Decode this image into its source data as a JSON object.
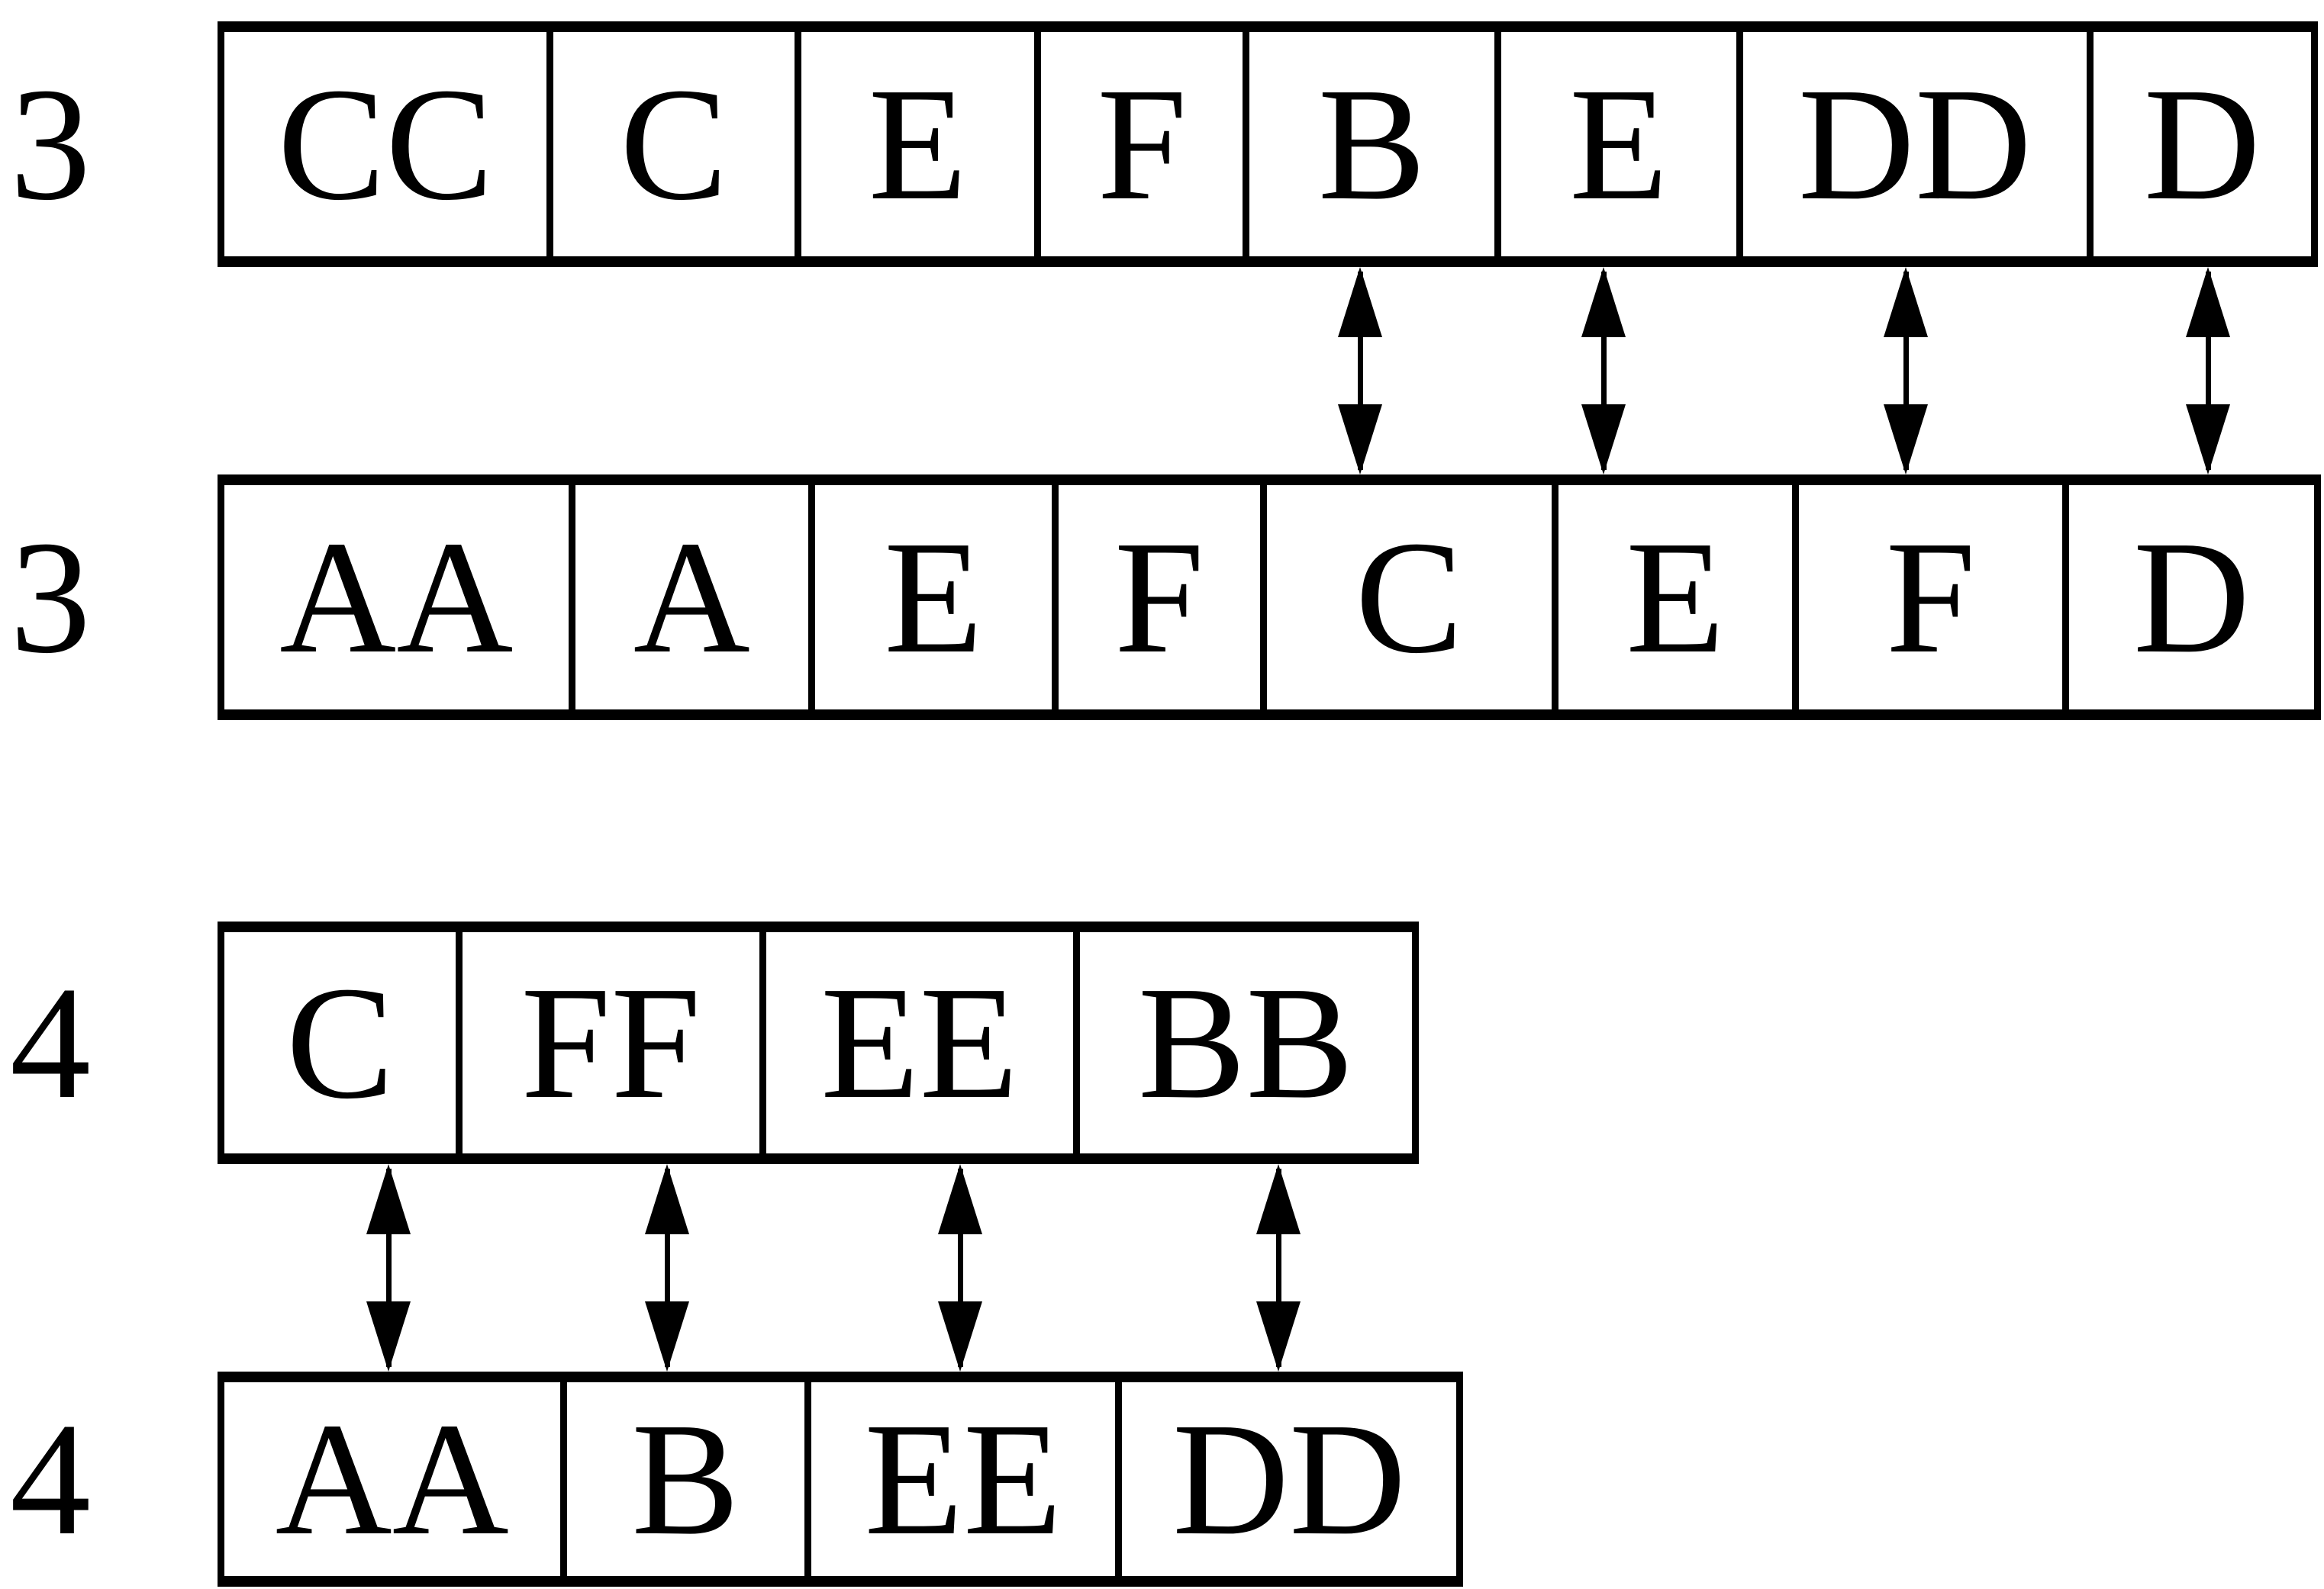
{
  "diagram": {
    "colors": {
      "ink": "#000000",
      "paper": "#ffffff"
    },
    "sections": [
      {
        "name": "length-3-alignment",
        "rows": [
          {
            "label": "3",
            "cells": [
              "CC",
              "C",
              "E",
              "F",
              "B",
              "E",
              "DD",
              "D"
            ]
          },
          {
            "label": "3",
            "cells": [
              "AA",
              "A",
              "E",
              "F",
              "C",
              "E",
              "F",
              "D"
            ]
          }
        ],
        "connectors": [
          {
            "top": "B",
            "bottom": "C"
          },
          {
            "top": "E",
            "bottom": "E"
          },
          {
            "top": "DD",
            "bottom": "F"
          },
          {
            "top": "D",
            "bottom": "D"
          }
        ]
      },
      {
        "name": "length-4-alignment",
        "rows": [
          {
            "label": "4",
            "cells": [
              "C",
              "FF",
              "EE",
              "BB"
            ]
          },
          {
            "label": "4",
            "cells": [
              "AA",
              "B",
              "EE",
              "DD"
            ]
          }
        ],
        "connectors": [
          {
            "top": "C",
            "bottom": "AA"
          },
          {
            "top": "FF",
            "bottom": "B"
          },
          {
            "top": "EE",
            "bottom": "EE"
          },
          {
            "top": "BB",
            "bottom": "DD"
          }
        ]
      }
    ]
  }
}
